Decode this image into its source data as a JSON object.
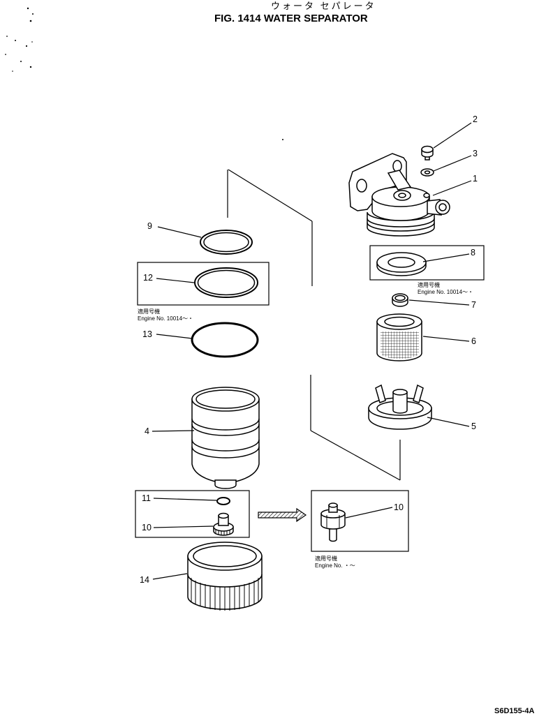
{
  "header": {
    "title_jp": "ウォータ セパレータ",
    "title": "FIG. 1414 WATER SEPARATOR"
  },
  "callouts": {
    "part_1": "1",
    "part_2": "2",
    "part_3": "3",
    "part_4": "4",
    "part_5": "5",
    "part_6": "6",
    "part_7": "7",
    "part_8": "8",
    "part_9": "9",
    "part_10_left": "10",
    "part_10_right": "10",
    "part_11": "11",
    "part_12": "12",
    "part_13": "13",
    "part_14": "14"
  },
  "notes": {
    "box_8": {
      "label": "適用号機",
      "engine": "Engine No. 10014～・"
    },
    "box_12": {
      "label": "適用号機",
      "engine": "Engine No. 10014～・"
    },
    "box_10": {
      "label": "適用号機",
      "engine": "Engine No.  ・～"
    }
  },
  "footer": {
    "drawing_code": "S6D155-4A"
  }
}
